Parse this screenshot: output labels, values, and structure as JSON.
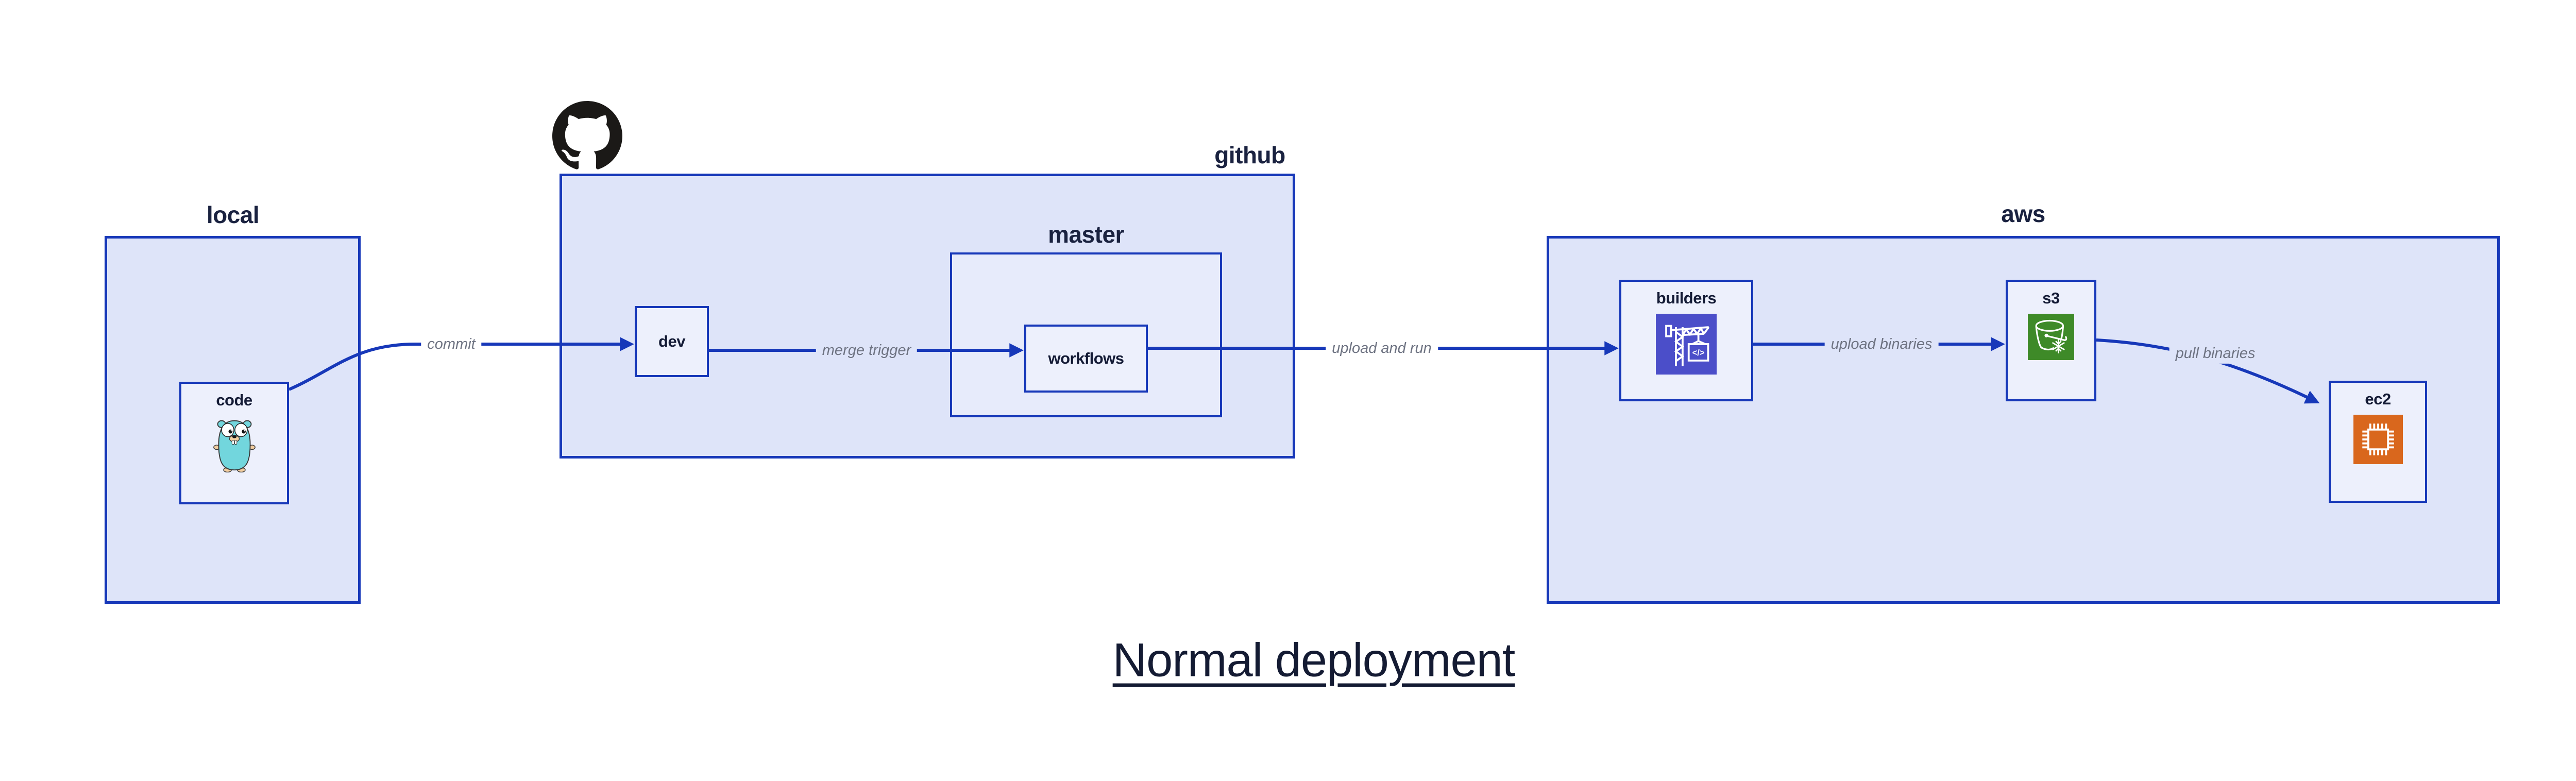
{
  "title": "Normal deployment",
  "clusters": {
    "local": {
      "label": "local"
    },
    "github": {
      "label": "github"
    },
    "master": {
      "label": "master"
    },
    "aws": {
      "label": "aws"
    }
  },
  "nodes": {
    "code": {
      "label": "code",
      "icon": "go-gopher-icon"
    },
    "dev": {
      "label": "dev"
    },
    "workflows": {
      "label": "workflows"
    },
    "builders": {
      "label": "builders",
      "icon": "codebuild-crane-icon"
    },
    "s3": {
      "label": "s3",
      "icon": "s3-glacier-bucket-icon"
    },
    "ec2": {
      "label": "ec2",
      "icon": "ec2-chip-icon"
    }
  },
  "edges": [
    {
      "from": "code",
      "to": "dev",
      "label": "commit"
    },
    {
      "from": "dev",
      "to": "workflows",
      "label": "merge trigger"
    },
    {
      "from": "workflows",
      "to": "builders",
      "label": "upload and run"
    },
    {
      "from": "builders",
      "to": "s3",
      "label": "upload binaries"
    },
    {
      "from": "s3",
      "to": "ec2",
      "label": "pull binaries"
    }
  ],
  "icons": {
    "github_logo": "github-octocat-icon",
    "codebuild_glyph": "</>"
  },
  "colors": {
    "border_blue": "#1738b9",
    "cluster_fill": "#dee4f9",
    "master_fill": "#e7ebfb",
    "node_fill": "#edf0fc",
    "label_navy": "#141b36",
    "edge_label_gray": "#6e7382",
    "github_logo_black": "#1b1917",
    "gopher_teal": "#72d6dd",
    "codebuild_indigo": "#4b4ec9",
    "s3_green": "#3e8a28",
    "ec2_orange": "#d9671d",
    "background": "#ffffff"
  }
}
